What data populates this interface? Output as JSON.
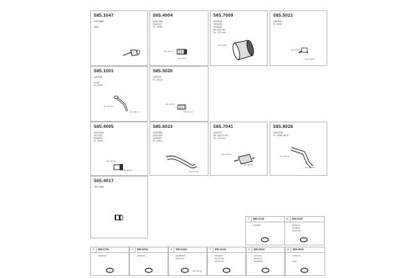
{
  "parts": [
    {
      "code": "585.1047",
      "lines": [
        "20479885",
        "",
        "9180"
      ],
      "labels": []
    },
    {
      "code": "565.4004",
      "lines": [
        "21467416",
        "3169315",
        "PL: 9R2B"
      ],
      "labels": [
        "DD: 2P2.00",
        "DD: 2G1.2"
      ]
    },
    {
      "code": "565.7009",
      "lines": [
        "3975929",
        "3975339",
        "1676409",
        "B6: 445 mm",
        "DL: 275 mm"
      ],
      "labels": [
        "DD: 2P2.00"
      ]
    },
    {
      "code": "585.5021",
      "lines": [
        "1629034",
        "PL: 9R1F"
      ],
      "labels": [
        "DD: 2P2.30",
        "DD: 2H1.00"
      ]
    },
    {
      "code": "585.1001",
      "lines": [
        "1629030",
        "",
        "D13A",
        "PL: 9R2T"
      ],
      "labels": [
        "DD: 2P2.00",
        "DD: 2P1.27"
      ]
    },
    {
      "code": "585.5020",
      "lines": [
        "1629037",
        "PL: 9R2A"
      ],
      "labels": [
        "DD: 2P2.00",
        "DD: 2G1.70"
      ]
    },
    {
      "code": "585.4005",
      "lines": [
        "20443444",
        "8147412",
        "8158931",
        "PL: 9R01"
      ],
      "labels": [
        "DD: 2P2.00",
        "DD: 2P1.03"
      ]
    },
    {
      "code": "585.6023",
      "lines": [
        "20403850",
        "20420820",
        "1629060",
        "PL: 9R17"
      ],
      "labels": [
        "DD: 2P2.00",
        "DD: 2P1.00"
      ]
    },
    {
      "code": "585.7041",
      "lines": [
        "2044237",
        "B6: 342.8 x 8a",
        "DL: 475 mm"
      ],
      "labels": [
        "DD: 2P2.00",
        "DD: 2P1.00"
      ]
    },
    {
      "code": "585.9028",
      "lines": [
        "20441228",
        "PL: 9R06 9R1D"
      ],
      "labels": [
        "DD: 2P2.00",
        "DD: 2P1.00"
      ]
    },
    {
      "code": "565.4017",
      "lines": [
        "20374468"
      ],
      "labels": []
    }
  ],
  "clamps": [
    {
      "num": "7",
      "code": "599.2243",
      "lines": [
        "1629067"
      ],
      "labels": []
    },
    {
      "num": "8",
      "code": "599.0237",
      "lines": [
        "1629043",
        "1629045",
        "20716127"
      ],
      "labels": []
    },
    {
      "num": "1",
      "code": "599.0751",
      "lines": [
        "1629100"
      ],
      "labels": []
    },
    {
      "num": "2",
      "code": "599.0034",
      "lines": [
        "1629446"
      ],
      "labels": []
    },
    {
      "num": "4",
      "code": "599.6264",
      "lines": [
        "20485902",
        "8154179"
      ],
      "labels": [
        "DD: 2P2.30"
      ]
    },
    {
      "num": "3",
      "code": "599.3225",
      "lines": [
        "1629102",
        "20716149",
        "20716147"
      ],
      "labels": []
    },
    {
      "num": "5",
      "code": "599.5622",
      "lines": [
        "1629104",
        "5049374",
        "20460012"
      ],
      "labels": []
    },
    {
      "num": "6",
      "code": "599.0623",
      "lines": [
        "1629071",
        "",
        "Bngr"
      ],
      "labels": []
    }
  ]
}
